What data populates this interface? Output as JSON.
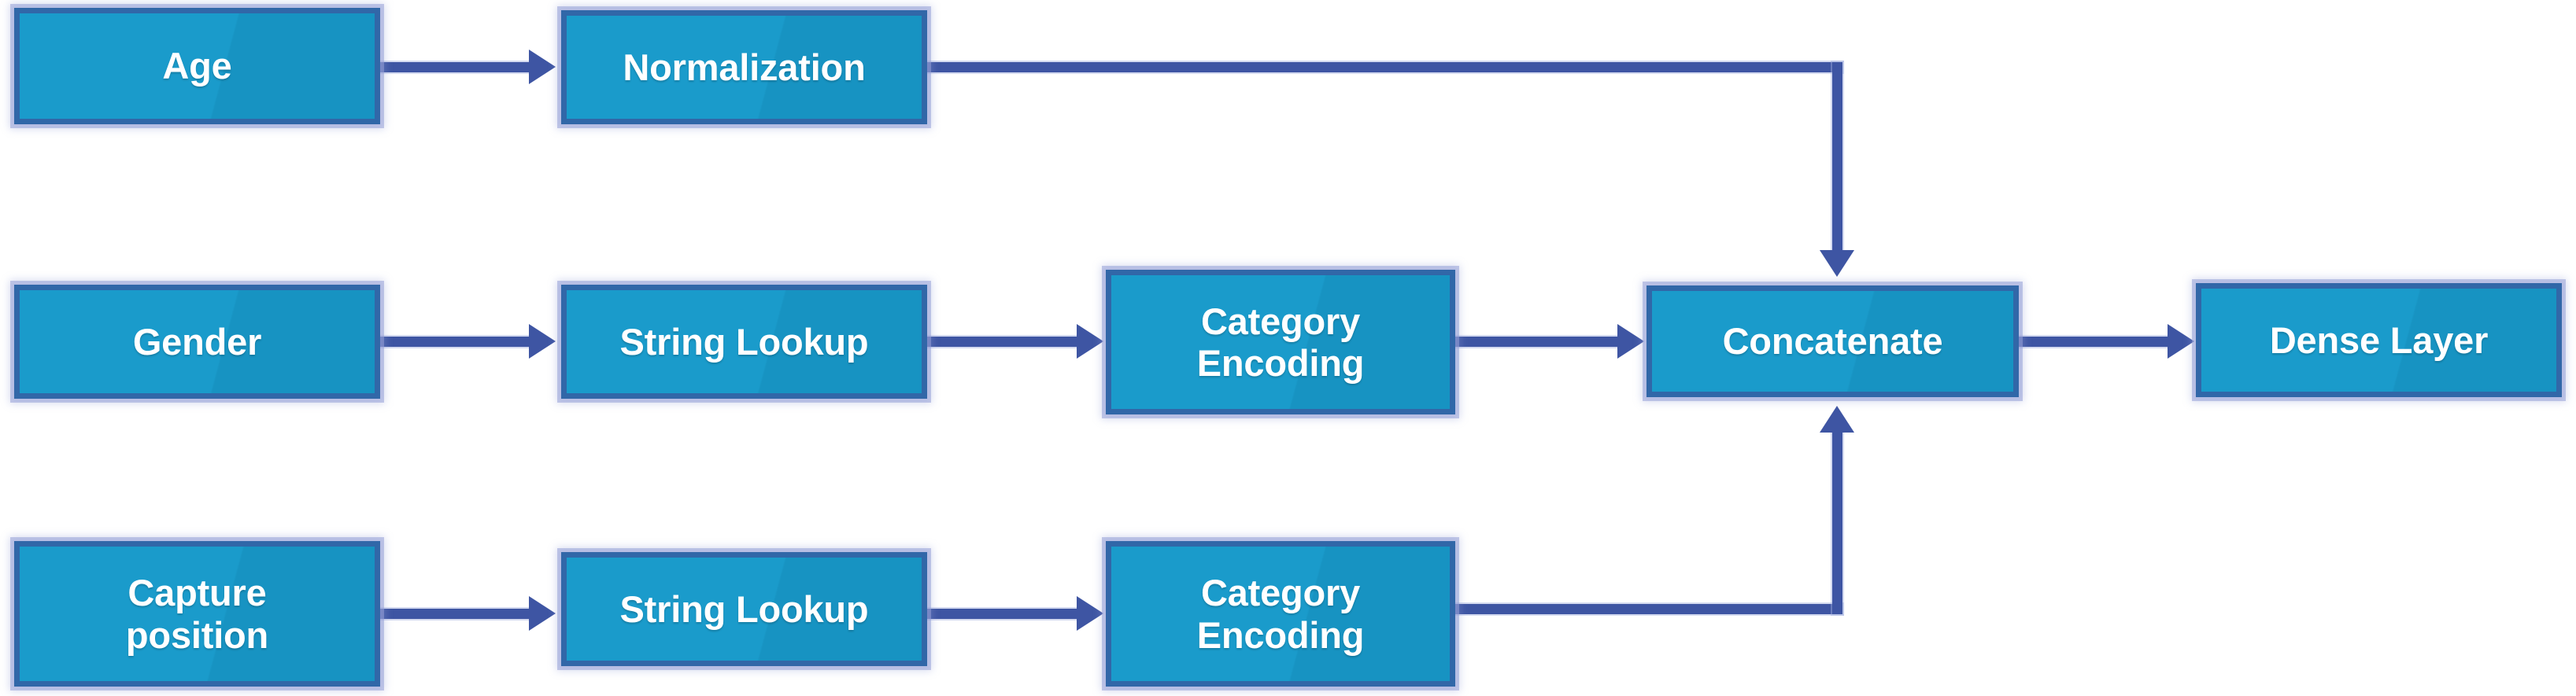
{
  "diagram": {
    "title": "Keras feature preprocessing pipeline",
    "type": "flowchart",
    "colors": {
      "node_fill": "#1a9bcb",
      "node_fill_shade": "#1793c2",
      "node_border": "#3167a8",
      "node_glow": "#96a0d7",
      "connector": "#3e55a3",
      "label_text": "#ffffff",
      "background": "#ffffff"
    },
    "nodes": [
      {
        "id": "age",
        "label": "Age",
        "row": "top",
        "col": 1
      },
      {
        "id": "normalization",
        "label": "Normalization",
        "row": "top",
        "col": 2
      },
      {
        "id": "gender",
        "label": "Gender",
        "row": "middle",
        "col": 1
      },
      {
        "id": "string-lookup-gender",
        "label": "String Lookup",
        "row": "middle",
        "col": 2
      },
      {
        "id": "category-encoding-gender",
        "label": "Category\nEncoding",
        "row": "middle",
        "col": 3
      },
      {
        "id": "concatenate",
        "label": "Concatenate",
        "row": "middle",
        "col": 4
      },
      {
        "id": "dense-layer",
        "label": "Dense Layer",
        "row": "middle",
        "col": 5
      },
      {
        "id": "capture-position",
        "label": "Capture\nposition",
        "row": "bottom",
        "col": 1
      },
      {
        "id": "string-lookup-capture",
        "label": "String Lookup",
        "row": "bottom",
        "col": 2
      },
      {
        "id": "category-encoding-capture",
        "label": "Category\nEncoding",
        "row": "bottom",
        "col": 3
      }
    ],
    "edges": [
      {
        "id": "age-to-normalization",
        "from": "Age",
        "to": "Normalization",
        "style": "straight-right"
      },
      {
        "id": "normalization-to-concatenate",
        "from": "Normalization",
        "to": "Concatenate",
        "style": "elbow-down"
      },
      {
        "id": "gender-to-string-lookup",
        "from": "Gender",
        "to": "String Lookup",
        "style": "straight-right"
      },
      {
        "id": "string-lookup-to-category-encoding-gender",
        "from": "String Lookup",
        "to": "Category Encoding",
        "style": "straight-right"
      },
      {
        "id": "category-encoding-to-concatenate",
        "from": "Category Encoding",
        "to": "Concatenate",
        "style": "straight-right"
      },
      {
        "id": "concatenate-to-dense-layer",
        "from": "Concatenate",
        "to": "Dense Layer",
        "style": "straight-right"
      },
      {
        "id": "capture-position-to-string-lookup",
        "from": "Capture position",
        "to": "String Lookup",
        "style": "straight-right"
      },
      {
        "id": "string-lookup-to-category-encoding-capture",
        "from": "String Lookup",
        "to": "Category Encoding",
        "style": "straight-right"
      },
      {
        "id": "category-encoding-capture-to-concatenate",
        "from": "Category Encoding",
        "to": "Concatenate",
        "style": "elbow-up"
      }
    ]
  }
}
